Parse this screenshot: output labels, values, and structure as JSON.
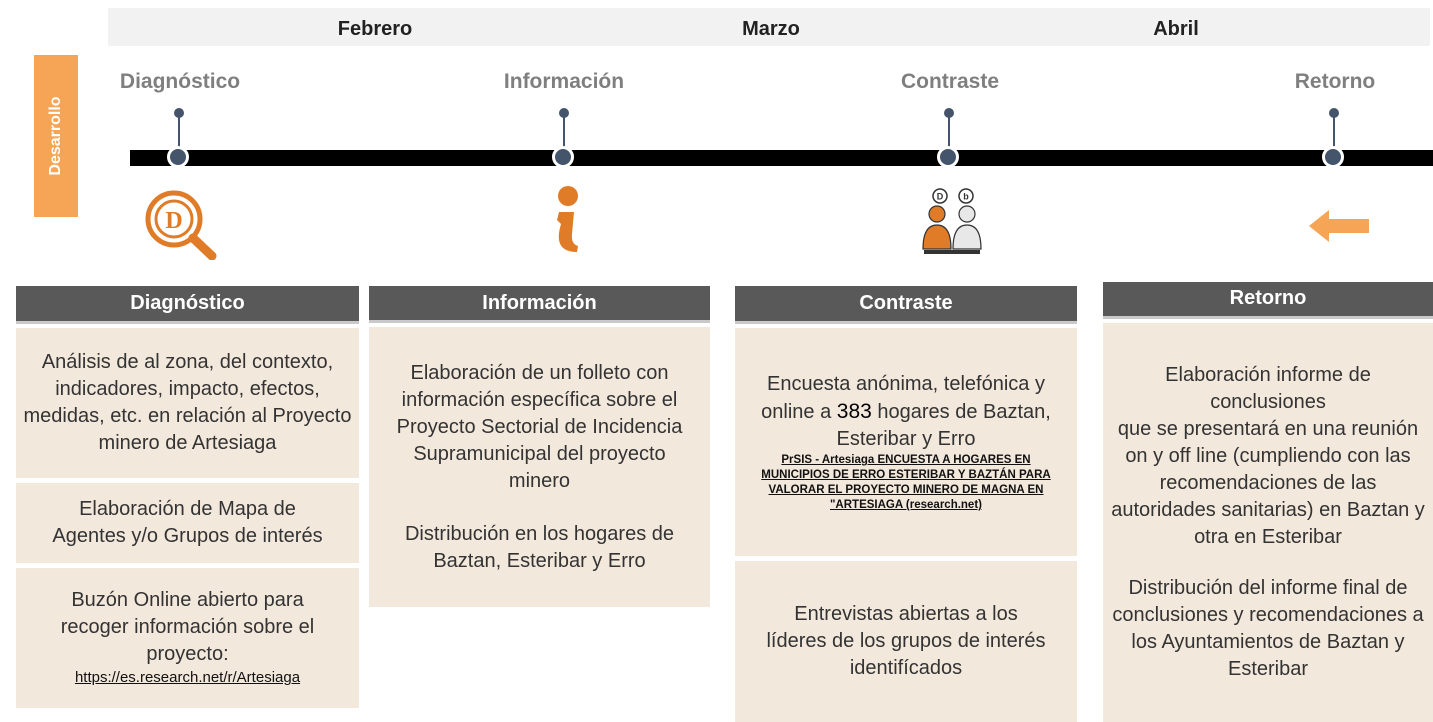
{
  "months": [
    "Febrero",
    "Marzo",
    "Abril"
  ],
  "side_label": "Desarrollo",
  "stages": [
    "Diagnóstico",
    "Información",
    "Contraste",
    "Retorno"
  ],
  "icons": [
    "diagnosis-magnifier-icon",
    "information-icon",
    "contrast-people-icon",
    "return-arrow-icon"
  ],
  "colors": {
    "accent": "#f6a455",
    "icon_orange": "#e07b28",
    "header": "#595959",
    "cell": "#f3e8dc",
    "node": "#44546a"
  },
  "columns": {
    "diagnostico": {
      "header": "Diagnóstico",
      "cells": [
        "Análisis de al zona, del contexto, indicadores, impacto, efectos, medidas, etc. en relación al Proyecto minero de Artesiaga",
        "Elaboración de Mapa de Agentes y/o Grupos de interés",
        "Buzón Online abierto para recoger información sobre el proyecto:"
      ],
      "link": "https://es.research.net/r/Artesiaga"
    },
    "informacion": {
      "header": "Información",
      "p1": "Elaboración de un folleto con información específica sobre el Proyecto Sectorial de Incidencia Supramunicipal del proyecto minero",
      "p2": "Distribución en los hogares de Baztan, Esteribar y Erro"
    },
    "contraste": {
      "header": "Contraste",
      "p1_a": "Encuesta anónima, telefónica y online a",
      "p1_num": "383",
      "p1_b": "hogares de Baztan, Esteribar y Erro",
      "link": "PrSIS - Artesiaga ENCUESTA A HOGARES EN MUNICIPIOS DE ERRO ESTERIBAR Y BAZTÁN PARA VALORAR EL PROYECTO MINERO DE MAGNA EN \"ARTESIAGA (research.net)",
      "p2": "Entrevistas abiertas a los líderes de los grupos de interés identifícados"
    },
    "retorno": {
      "header": "Retorno",
      "p1": "Elaboración informe de conclusiones",
      "p2": "que se presentará en una reunión on y off line (cumpliendo con las recomendaciones de las autoridades sanitarias) en Baztan y otra en Esteribar",
      "p3": "Distribución del informe final de conclusiones y recomendaciones a los Ayuntamientos de Baztan y Esteribar"
    }
  }
}
